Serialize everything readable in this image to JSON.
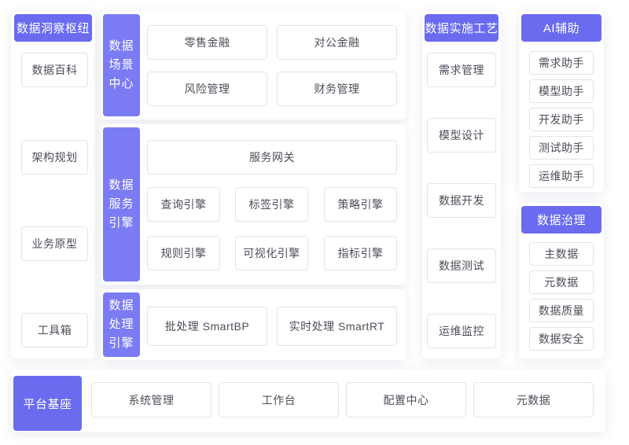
{
  "palette": {
    "header_bg": "#6a6bef",
    "bar_bg": "#7b7cf4",
    "tile_border": "#e2e4ea",
    "tile_text": "#4b4e58",
    "card_bg": "#ffffff"
  },
  "insight_hub": {
    "title": "数据洞察枢纽",
    "items": [
      "数据百科",
      "架构规划",
      "业务原型",
      "工具箱"
    ]
  },
  "scene_center": {
    "title": "数据\n场景\n中心",
    "items": [
      "零售金融",
      "对公金融",
      "风险管理",
      "财务管理"
    ]
  },
  "service_engine": {
    "title": "数据\n服务\n引擎",
    "gateway": "服务网关",
    "items": [
      "查询引擎",
      "标签引擎",
      "策略引擎",
      "规则引擎",
      "可视化引擎",
      "指标引擎"
    ]
  },
  "processing_engine": {
    "title": "数据\n处理\n引擎",
    "items": [
      "批处理 SmartBP",
      "实时处理  SmartRT"
    ]
  },
  "implementation": {
    "title": "数据实施工艺",
    "items": [
      "需求管理",
      "模型设计",
      "数据开发",
      "数据测试",
      "运维监控"
    ]
  },
  "ai_assist": {
    "title": "AI辅助",
    "items": [
      "需求助手",
      "模型助手",
      "开发助手",
      "测试助手",
      "运维助手"
    ]
  },
  "governance": {
    "title": "数据治理",
    "items": [
      "主数据",
      "元数据",
      "数据质量",
      "数据安全"
    ]
  },
  "platform_base": {
    "title": "平台基座",
    "items": [
      "系统管理",
      "工作台",
      "配置中心",
      "元数据"
    ]
  }
}
